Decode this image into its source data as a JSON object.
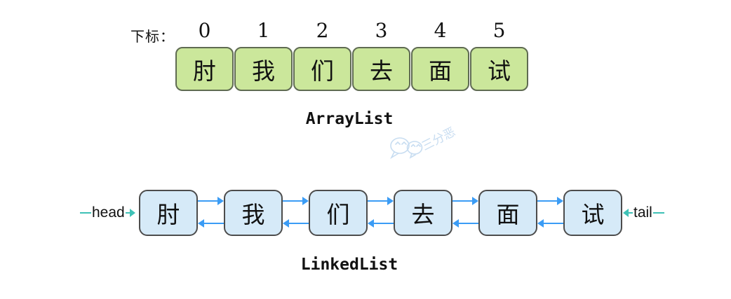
{
  "colors": {
    "array_cell_fill": "#cbe79b",
    "array_cell_border": "#5f6b52",
    "node_fill": "#d6eaf8",
    "node_border": "#4c4c4c",
    "arrow_blue": "#3b9cf5",
    "pointer_teal": "#3ec1b6",
    "watermark": "#c8ddf1"
  },
  "array_section": {
    "index_label": "下标：",
    "indices": [
      "0",
      "1",
      "2",
      "3",
      "4",
      "5"
    ],
    "cells": [
      "肘",
      "我",
      "们",
      "去",
      "面",
      "试"
    ],
    "caption": "ArrayList"
  },
  "watermark": {
    "icon": "chat-bubbles-icon",
    "text": "三分恶"
  },
  "linked_section": {
    "head_label": "head",
    "tail_label": "tail",
    "nodes": [
      "肘",
      "我",
      "们",
      "去",
      "面",
      "试"
    ],
    "caption": "LinkedList"
  }
}
